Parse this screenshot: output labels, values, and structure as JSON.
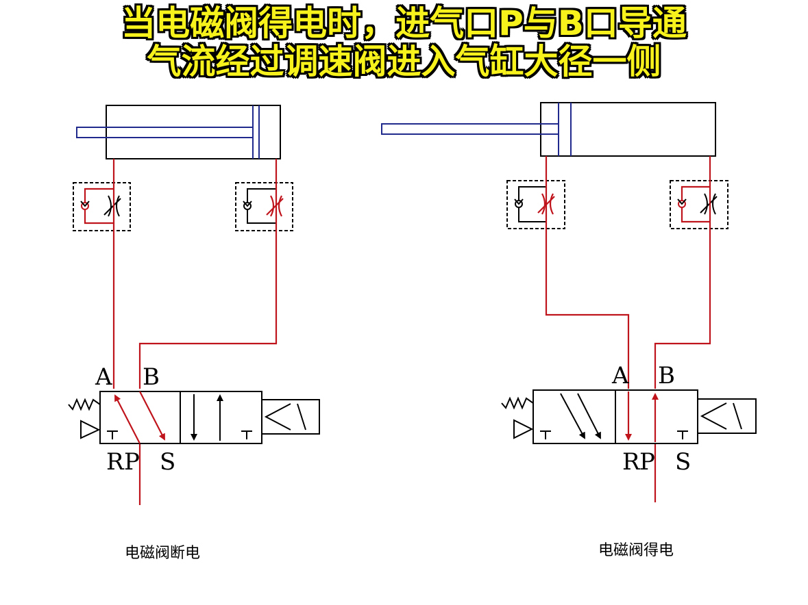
{
  "title": {
    "line1": "当电磁阀得电时，进气口P与B口导通",
    "line2": "气流经过调速阀进入气缸大径一侧"
  },
  "left_panel": {
    "caption": "电磁阀断电",
    "port_a": "A",
    "port_b": "B",
    "port_r": "R",
    "port_p": "P",
    "port_s": "S"
  },
  "right_panel": {
    "caption": "电磁阀得电",
    "port_a": "A",
    "port_b": "B",
    "port_r": "R",
    "port_p": "P",
    "port_s": "S"
  },
  "colors": {
    "title_text": "#f7f21c",
    "title_outline": "#000000",
    "airflow_line": "#c0141c",
    "piston_rod": "#1f2a8c",
    "outline": "#000000"
  }
}
